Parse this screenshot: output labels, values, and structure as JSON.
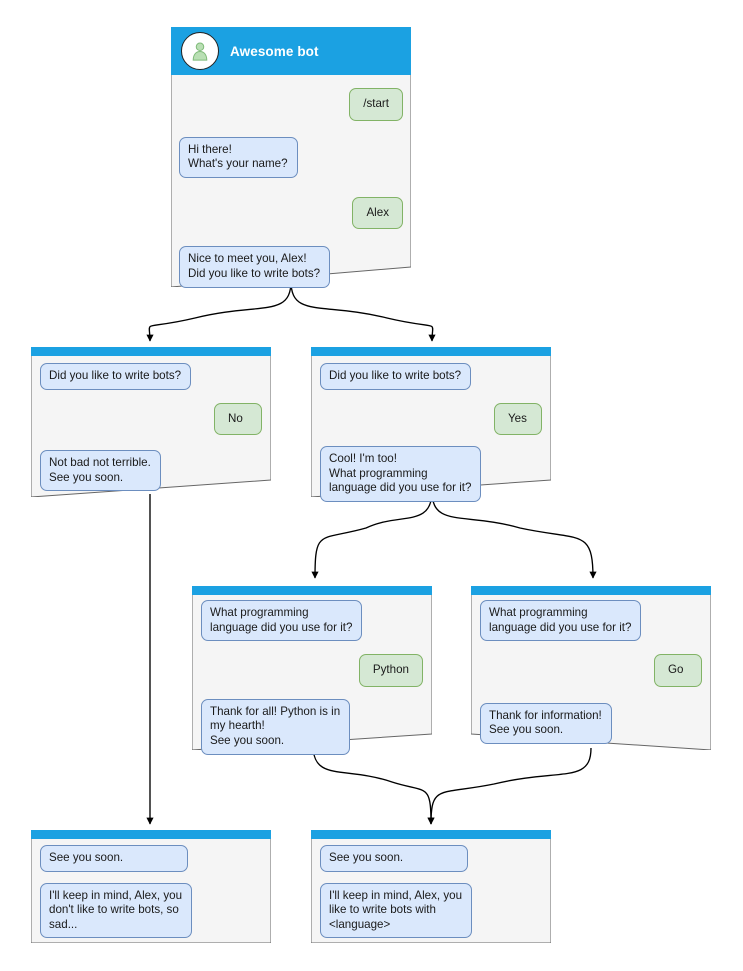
{
  "colors": {
    "header_blue": "#1ba1e2",
    "bot_bubble_fill": "#dae8fc",
    "bot_bubble_stroke": "#6c8ebf",
    "user_bubble_fill": "#d5e8d4",
    "user_bubble_stroke": "#82b366",
    "window_fill": "#f5f5f5",
    "window_stroke": "#666666",
    "edge_stroke": "#000000",
    "avatar_person": "#b9dfb4",
    "background": "#ffffff"
  },
  "diagram": {
    "type": "flowchart",
    "title": "Awesome bot conversation flow"
  },
  "nodes": [
    {
      "id": "root",
      "name": "root-chat-window",
      "has_titlebar": true,
      "bot_name": "Awesome bot",
      "avatar_icon": "user-avatar-icon",
      "messages": [
        {
          "side": "user",
          "text": "/start"
        },
        {
          "side": "bot",
          "text": "Hi there!\nWhat's your name?"
        },
        {
          "side": "user",
          "text": "Alex"
        },
        {
          "side": "bot",
          "text": "Nice to meet you, Alex!\nDid you like to write bots?"
        }
      ]
    },
    {
      "id": "no-branch",
      "name": "no-branch-chat-window",
      "has_titlebar": false,
      "messages": [
        {
          "side": "bot",
          "text": "Did you like to write bots?"
        },
        {
          "side": "user",
          "text": "No"
        },
        {
          "side": "bot",
          "text": "Not bad not terrible.\nSee you soon."
        }
      ]
    },
    {
      "id": "yes-branch",
      "name": "yes-branch-chat-window",
      "has_titlebar": false,
      "messages": [
        {
          "side": "bot",
          "text": "Did you like to write bots?"
        },
        {
          "side": "user",
          "text": "Yes"
        },
        {
          "side": "bot",
          "text": "Cool! I'm too!\nWhat programming\nlanguage did you use for it?"
        }
      ]
    },
    {
      "id": "python-branch",
      "name": "python-branch-chat-window",
      "has_titlebar": false,
      "messages": [
        {
          "side": "bot",
          "text": "What programming\nlanguage did you use for it?"
        },
        {
          "side": "user",
          "text": "Python"
        },
        {
          "side": "bot",
          "text": "Thank for all! Python is in\nmy hearth!\nSee you soon."
        }
      ]
    },
    {
      "id": "go-branch",
      "name": "go-branch-chat-window",
      "has_titlebar": false,
      "messages": [
        {
          "side": "bot",
          "text": "What programming\nlanguage did you use for it?"
        },
        {
          "side": "user",
          "text": "Go"
        },
        {
          "side": "bot",
          "text": "Thank for information!\nSee you soon."
        }
      ]
    },
    {
      "id": "end-no",
      "name": "end-no-chat-window",
      "has_titlebar": false,
      "messages": [
        {
          "side": "bot",
          "text": "See you soon."
        },
        {
          "side": "bot",
          "text": "I'll keep in mind, Alex, you\ndon't like to write bots, so\nsad..."
        }
      ]
    },
    {
      "id": "end-yes",
      "name": "end-yes-chat-window",
      "has_titlebar": false,
      "messages": [
        {
          "side": "bot",
          "text": "See you soon."
        },
        {
          "side": "bot",
          "text": "I'll keep in mind, Alex, you\nlike to write bots with\n<language>"
        }
      ]
    }
  ],
  "edges": [
    {
      "from": "root",
      "to": "no-branch"
    },
    {
      "from": "root",
      "to": "yes-branch"
    },
    {
      "from": "yes-branch",
      "to": "python-branch"
    },
    {
      "from": "yes-branch",
      "to": "go-branch"
    },
    {
      "from": "no-branch",
      "to": "end-no"
    },
    {
      "from": "python-branch",
      "to": "end-yes"
    },
    {
      "from": "go-branch",
      "to": "end-yes"
    }
  ]
}
